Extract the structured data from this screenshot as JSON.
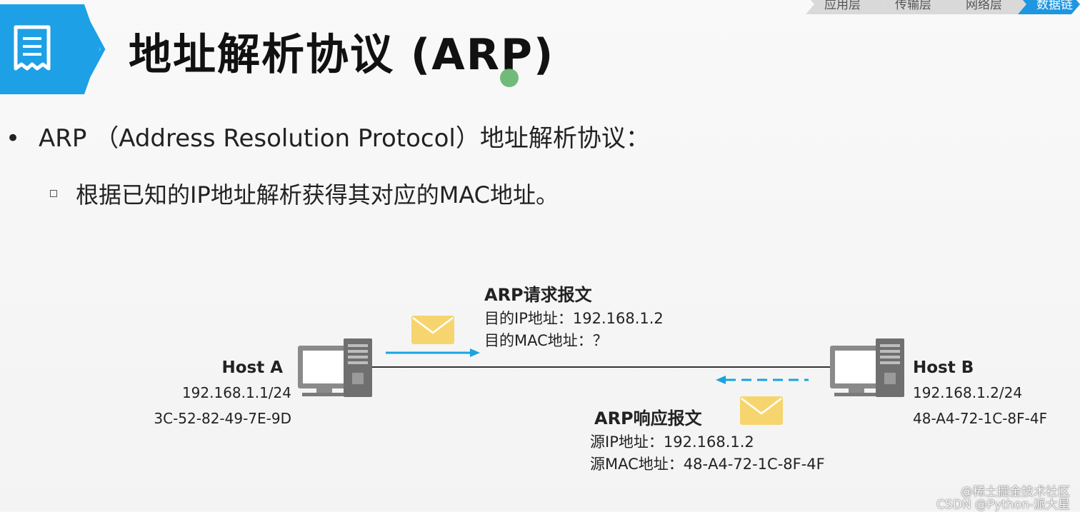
{
  "layer_tabs": [
    "应用层",
    "传输层",
    "网络层",
    "数据链"
  ],
  "title": "地址解析协议 (ARP)",
  "bullet": {
    "main": "ARP （Address Resolution Protocol）地址解析协议：",
    "sub": "根据已知的IP地址解析获得其对应的MAC地址。"
  },
  "host_a": {
    "name": "Host A",
    "ip": "192.168.1.1/24",
    "mac": "3C-52-82-49-7E-9D"
  },
  "host_b": {
    "name": "Host B",
    "ip": "192.168.1.2/24",
    "mac": "48-A4-72-1C-8F-4F"
  },
  "request": {
    "title": "ARP请求报文",
    "line1": "目的IP地址：192.168.1.2",
    "line2": "目的MAC地址：？"
  },
  "response": {
    "title": "ARP响应报文",
    "line1": "源IP地址：192.168.1.2",
    "line2": "源MAC地址：48-A4-72-1C-8F-4F"
  },
  "watermark": {
    "line1": "@稀土掘金技术社区",
    "line2": "CSDN @Python-派大星"
  },
  "colors": {
    "accent": "#1ea0e6",
    "envelope": "#f7d56e",
    "arrow": "#1aa3e0"
  },
  "icons": [
    "document-icon",
    "computer-icon",
    "envelope-icon"
  ]
}
